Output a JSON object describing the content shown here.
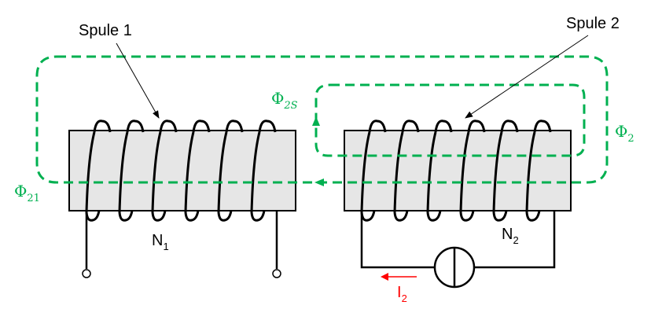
{
  "labels": {
    "coil1": "Spule 1",
    "coil2": "Spule 2",
    "n1": "N",
    "n1_sub": "1",
    "n2": "N",
    "n2_sub": "2",
    "current": "I",
    "current_sub": "2",
    "phi2s": "Φ",
    "phi2s_sub": "2S",
    "phi2": "Φ",
    "phi2_sub": "2",
    "phi21": "Φ",
    "phi21_sub": "21"
  },
  "colors": {
    "flux": "#00B050",
    "current": "#FF0000",
    "core": "#E6E6E6"
  }
}
